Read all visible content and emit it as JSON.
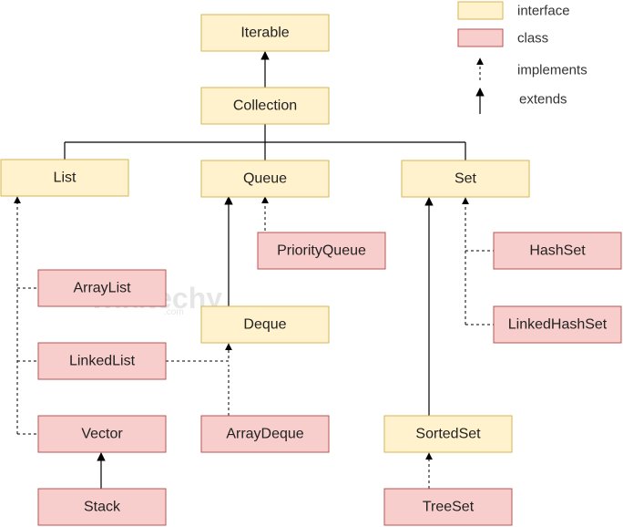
{
  "colors": {
    "interface_fill": "#fff2cc",
    "interface_stroke": "#d6b656",
    "class_fill": "#f8cecc",
    "class_stroke": "#b85450",
    "line": "#000000"
  },
  "legend": {
    "interface_label": "interface",
    "class_label": "class",
    "implements_label": "implements",
    "extends_label": "extends"
  },
  "nodes": {
    "iterable": {
      "label": "Iterable",
      "kind": "interface"
    },
    "collection": {
      "label": "Collection",
      "kind": "interface"
    },
    "list": {
      "label": "List",
      "kind": "interface"
    },
    "queue": {
      "label": "Queue",
      "kind": "interface"
    },
    "set": {
      "label": "Set",
      "kind": "interface"
    },
    "priority_queue": {
      "label": "PriorityQueue",
      "kind": "class"
    },
    "hash_set": {
      "label": "HashSet",
      "kind": "class"
    },
    "array_list": {
      "label": "ArrayList",
      "kind": "class"
    },
    "deque": {
      "label": "Deque",
      "kind": "interface"
    },
    "linked_hash_set": {
      "label": "LinkedHashSet",
      "kind": "class"
    },
    "linked_list": {
      "label": "LinkedList",
      "kind": "class"
    },
    "vector": {
      "label": "Vector",
      "kind": "class"
    },
    "array_deque": {
      "label": "ArrayDeque",
      "kind": "class"
    },
    "sorted_set": {
      "label": "SortedSet",
      "kind": "interface"
    },
    "stack": {
      "label": "Stack",
      "kind": "class"
    },
    "tree_set": {
      "label": "TreeSet",
      "kind": "class"
    }
  },
  "edges": [
    {
      "from": "collection",
      "to": "iterable",
      "relation": "extends"
    },
    {
      "from": "list",
      "to": "collection",
      "relation": "extends"
    },
    {
      "from": "queue",
      "to": "collection",
      "relation": "extends"
    },
    {
      "from": "set",
      "to": "collection",
      "relation": "extends"
    },
    {
      "from": "priority_queue",
      "to": "queue",
      "relation": "implements"
    },
    {
      "from": "deque",
      "to": "queue",
      "relation": "extends"
    },
    {
      "from": "array_list",
      "to": "list",
      "relation": "implements"
    },
    {
      "from": "linked_list",
      "to": "list",
      "relation": "implements"
    },
    {
      "from": "vector",
      "to": "list",
      "relation": "implements"
    },
    {
      "from": "linked_list",
      "to": "deque",
      "relation": "implements"
    },
    {
      "from": "array_deque",
      "to": "deque",
      "relation": "implements"
    },
    {
      "from": "stack",
      "to": "vector",
      "relation": "extends"
    },
    {
      "from": "hash_set",
      "to": "set",
      "relation": "implements"
    },
    {
      "from": "linked_hash_set",
      "to": "set",
      "relation": "implements"
    },
    {
      "from": "sorted_set",
      "to": "set",
      "relation": "extends"
    },
    {
      "from": "tree_set",
      "to": "sorted_set",
      "relation": "implements"
    }
  ],
  "watermark": {
    "brand": "wikitechy",
    "suffix": ".com"
  }
}
